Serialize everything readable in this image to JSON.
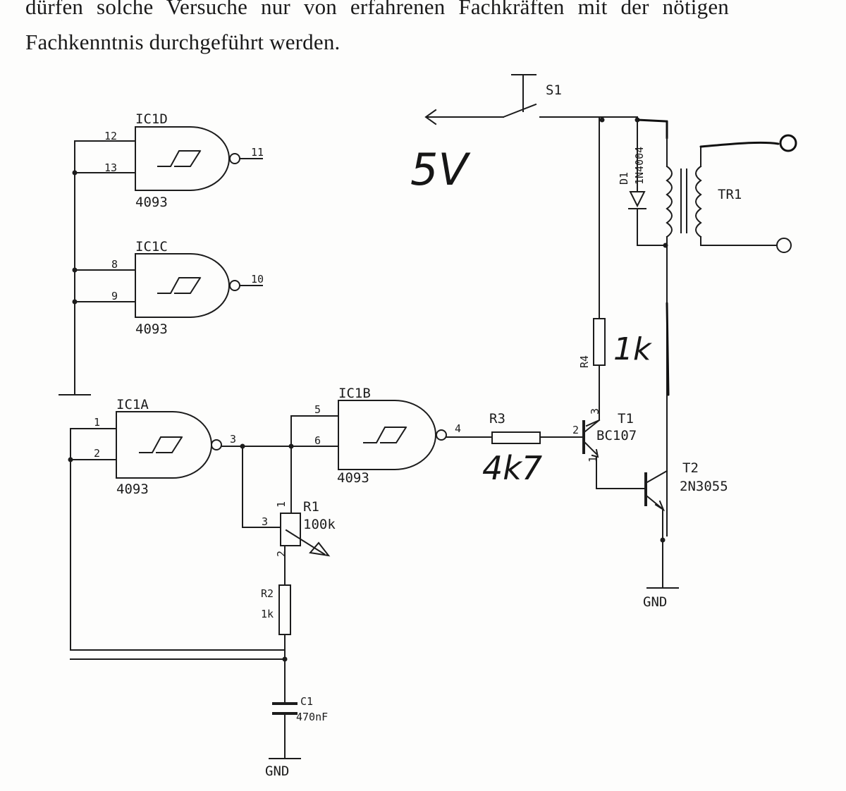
{
  "document": {
    "line1": "dürfen solche Versuche nur von erfahrenen Fachkräften mit der nötigen",
    "line2": "Fachkenntnis durchgeführt werden."
  },
  "gates": {
    "ic1d": {
      "name": "IC1D",
      "part": "4093",
      "pin_a": "12",
      "pin_b": "13",
      "pin_out": "11"
    },
    "ic1c": {
      "name": "IC1C",
      "part": "4093",
      "pin_a": "8",
      "pin_b": "9",
      "pin_out": "10"
    },
    "ic1a": {
      "name": "IC1A",
      "part": "4093",
      "pin_a": "1",
      "pin_b": "2",
      "pin_out": "3"
    },
    "ic1b": {
      "name": "IC1B",
      "part": "4093",
      "pin_a": "5",
      "pin_b": "6",
      "pin_out": "4"
    }
  },
  "components": {
    "s1": "S1",
    "d1": "D1",
    "d1_part": "1N4004",
    "tr1": "TR1",
    "r4": "R4",
    "r3": "R3",
    "r1": "R1",
    "r1_value": "100k",
    "r1_pin1": "1",
    "r1_pin2": "2",
    "r1_pin3": "3",
    "r2": "R2",
    "r2_value": "1k",
    "c1": "C1",
    "c1_value": "470nF",
    "t1": "T1",
    "t1_part": "BC107",
    "t1_pin1": "1",
    "t1_pin2": "2",
    "t1_pin3": "3",
    "t2": "T2",
    "t2_part": "2N3055",
    "gnd_label": "GND"
  },
  "handwritten": {
    "supply": "5V",
    "r4_value": "1k",
    "r3_value": "4k7"
  }
}
